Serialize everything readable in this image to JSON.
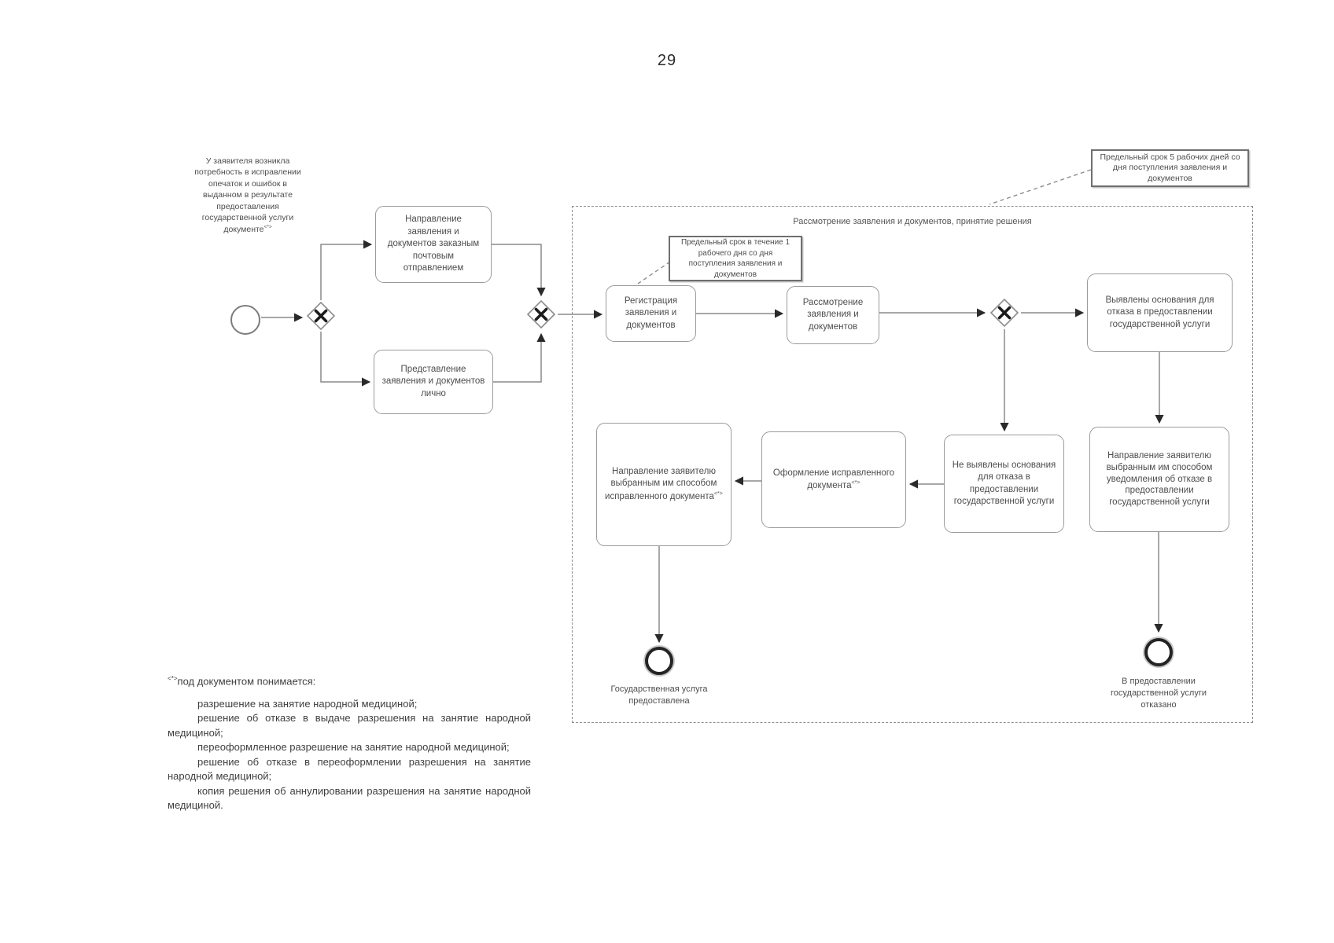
{
  "page_number": "29",
  "start_note": {
    "text": "У заявителя возникла потребность в исправлении опечаток и ошибок в выданном в результате предоставления государственной услуги документе",
    "sup": "<*>"
  },
  "subprocess": {
    "title": "Рассмотрение заявления и документов, принятие решения"
  },
  "annotations": {
    "five_days": "Предельный срок 5 рабочих дней со дня поступления заявления и документов",
    "one_day": "Предельный срок в течение 1 рабочего дня со дня поступления заявления и документов"
  },
  "tasks": {
    "mail": "Направление заявления и документов заказным почтовым отправлением",
    "personal": "Представление заявления и документов лично",
    "register": "Регистрация заявления и документов",
    "review": "Рассмотрение заявления и документов",
    "grounds_found": "Выявлены основания для отказа в предоставлении государственной услуги",
    "no_grounds": "Не выявлены основания для отказа в предоставлении государственной услуги",
    "prepare": {
      "text": "Оформление исправленного документа",
      "sup": "<*>"
    },
    "send_corrected": {
      "text": "Направление заявителю выбранным им способом исправленного документа",
      "sup": "<*>"
    },
    "send_refusal": "Направление заявителю выбранным им способом уведомления об отказе в предоставлении государственной услуги"
  },
  "end_events": {
    "provided": "Государственная услуга предоставлена",
    "refused": "В предоставлении государственной услуги отказано"
  },
  "footnote": {
    "marker": "<*>",
    "intro": "под документом понимается:",
    "items": [
      "разрешение на занятие народной медициной;",
      "решение об отказе в выдаче разрешения на занятие народной медициной;",
      "переоформленное разрешение на занятие народной медициной;",
      "решение об отказе в переоформлении разрешения на занятие народной медициной;",
      "копия решения об аннулировании разрешения на занятие народной медициной."
    ]
  },
  "colors": {
    "line": "#8a8a8a",
    "arrowhead": "#2a2a2a",
    "box_border": "#9b9b9b",
    "text": "#4d4d4d"
  }
}
